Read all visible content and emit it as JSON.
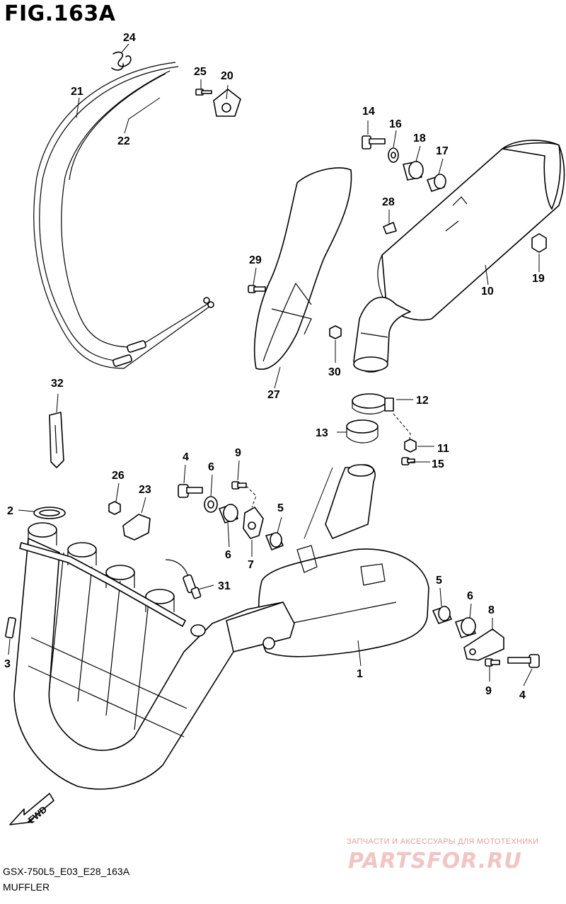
{
  "figure": {
    "title": "FIG.163A",
    "model_code": "GSX-750L5_E03_E28_163A",
    "section_name": "MUFFLER",
    "direction_arrow": "FWD"
  },
  "watermark": {
    "tagline": "ЗАПЧАСТИ И АКСЕССУАРЫ ДЛЯ МОТОТЕХНИКИ",
    "logo_text": "PARTSFOR.RU"
  },
  "callouts": {
    "c1": "1",
    "c2": "2",
    "c3": "3",
    "c4a": "4",
    "c4b": "4",
    "c5a": "5",
    "c5b": "5",
    "c6a": "6",
    "c6b": "6",
    "c6c": "6",
    "c7": "7",
    "c8": "8",
    "c9a": "9",
    "c9b": "9",
    "c10": "10",
    "c11": "11",
    "c12": "12",
    "c13": "13",
    "c14": "14",
    "c15": "15",
    "c16": "16",
    "c17": "17",
    "c18": "18",
    "c19": "19",
    "c20": "20",
    "c21": "21",
    "c22": "22",
    "c23": "23",
    "c24": "24",
    "c25": "25",
    "c26": "26",
    "c27": "27",
    "c28": "28",
    "c29": "29",
    "c30": "30",
    "c31": "31",
    "c32": "32"
  }
}
